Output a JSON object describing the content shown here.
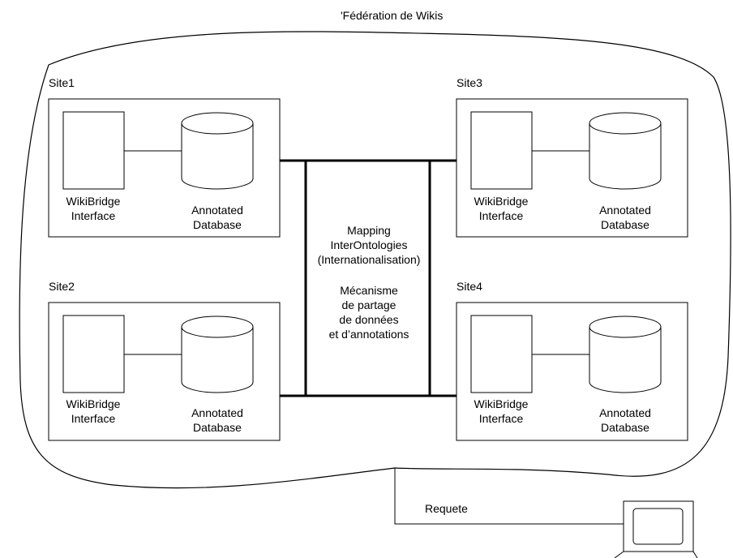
{
  "title": "'Fédération de Wikis",
  "sites": [
    {
      "name": "Site1",
      "interface_label": [
        "WikiBridge",
        "Interface"
      ],
      "db_label": [
        "Annotated",
        "Database"
      ]
    },
    {
      "name": "Site2",
      "interface_label": [
        "WikiBridge",
        "Interface"
      ],
      "db_label": [
        "Annotated",
        "Database"
      ]
    },
    {
      "name": "Site3",
      "interface_label": [
        "WikiBridge",
        "Interface"
      ],
      "db_label": [
        "Annotated",
        "Database"
      ]
    },
    {
      "name": "Site4",
      "interface_label": [
        "WikiBridge",
        "Interface"
      ],
      "db_label": [
        "Annotated",
        "Database"
      ]
    }
  ],
  "center": {
    "lines": [
      "Mapping",
      "InterOntologies",
      "(Internationalisation)",
      "",
      "Mécanisme",
      "de partage",
      "de données",
      "et d’annotations"
    ]
  },
  "request_label": "Requete",
  "icons": {
    "client": "computer-terminal-icon",
    "database": "database-cylinder-icon"
  }
}
